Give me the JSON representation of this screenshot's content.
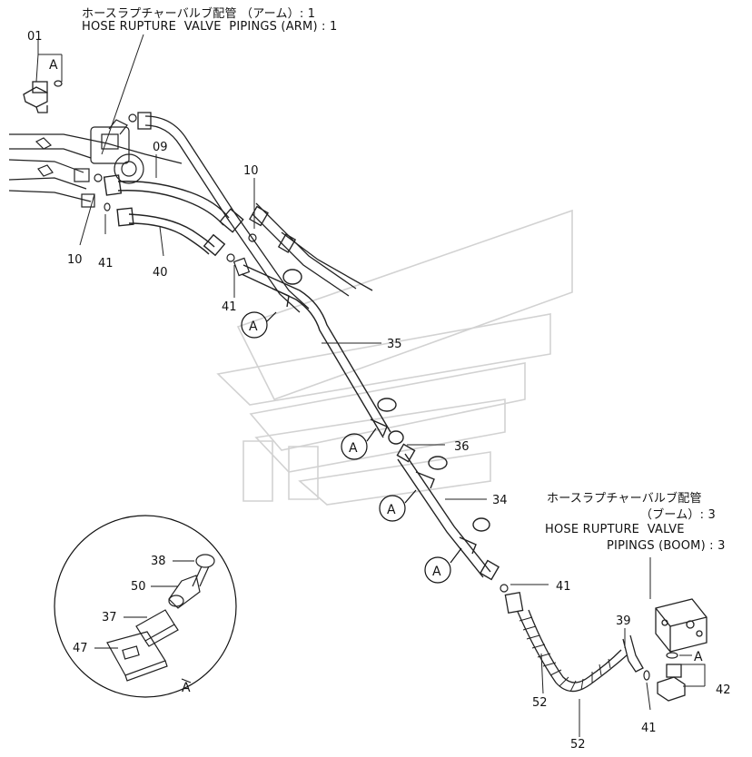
{
  "titles": {
    "arm_jp": "ホースラプチャーバルブ配管 （アーム）: 1",
    "arm_en": "HOSE RUPTURE  VALVE  PIPINGS (ARM) : 1",
    "boom_jp_1": "ホースラプチャーバルブ配管",
    "boom_jp_2": "（ブーム）: 3",
    "boom_en_1": "HOSE RUPTURE  VALVE",
    "boom_en_2": "PIPINGS (BOOM) : 3"
  },
  "callouts": {
    "c01": "01",
    "c09": "09",
    "c10a": "10",
    "c10b": "10",
    "c40": "40",
    "c41a": "41",
    "c41b": "41",
    "c41c": "41",
    "c41d": "41",
    "c35": "35",
    "c36": "36",
    "c34": "34",
    "c39": "39",
    "c42": "42",
    "c52a": "52",
    "c52b": "52",
    "c38": "38",
    "c50": "50",
    "c37": "37",
    "c47": "47"
  },
  "markers": {
    "A": "A"
  }
}
